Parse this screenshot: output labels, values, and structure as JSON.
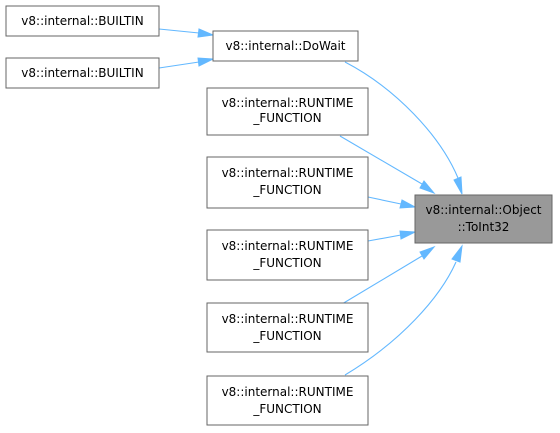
{
  "graph": {
    "target": {
      "line1": "v8::internal::Object",
      "line2": "::ToInt32"
    },
    "dowait": "v8::internal::DoWait",
    "builtin_1": "v8::internal::BUILTIN",
    "builtin_2": "v8::internal::BUILTIN",
    "runtime_functions": [
      {
        "line1": "v8::internal::RUNTIME",
        "line2": "_FUNCTION"
      },
      {
        "line1": "v8::internal::RUNTIME",
        "line2": "_FUNCTION"
      },
      {
        "line1": "v8::internal::RUNTIME",
        "line2": "_FUNCTION"
      },
      {
        "line1": "v8::internal::RUNTIME",
        "line2": "_FUNCTION"
      },
      {
        "line1": "v8::internal::RUNTIME",
        "line2": "_FUNCTION"
      }
    ]
  },
  "colors": {
    "edge": "#63b8ff",
    "node_border": "#666666",
    "target_fill": "#999999"
  }
}
